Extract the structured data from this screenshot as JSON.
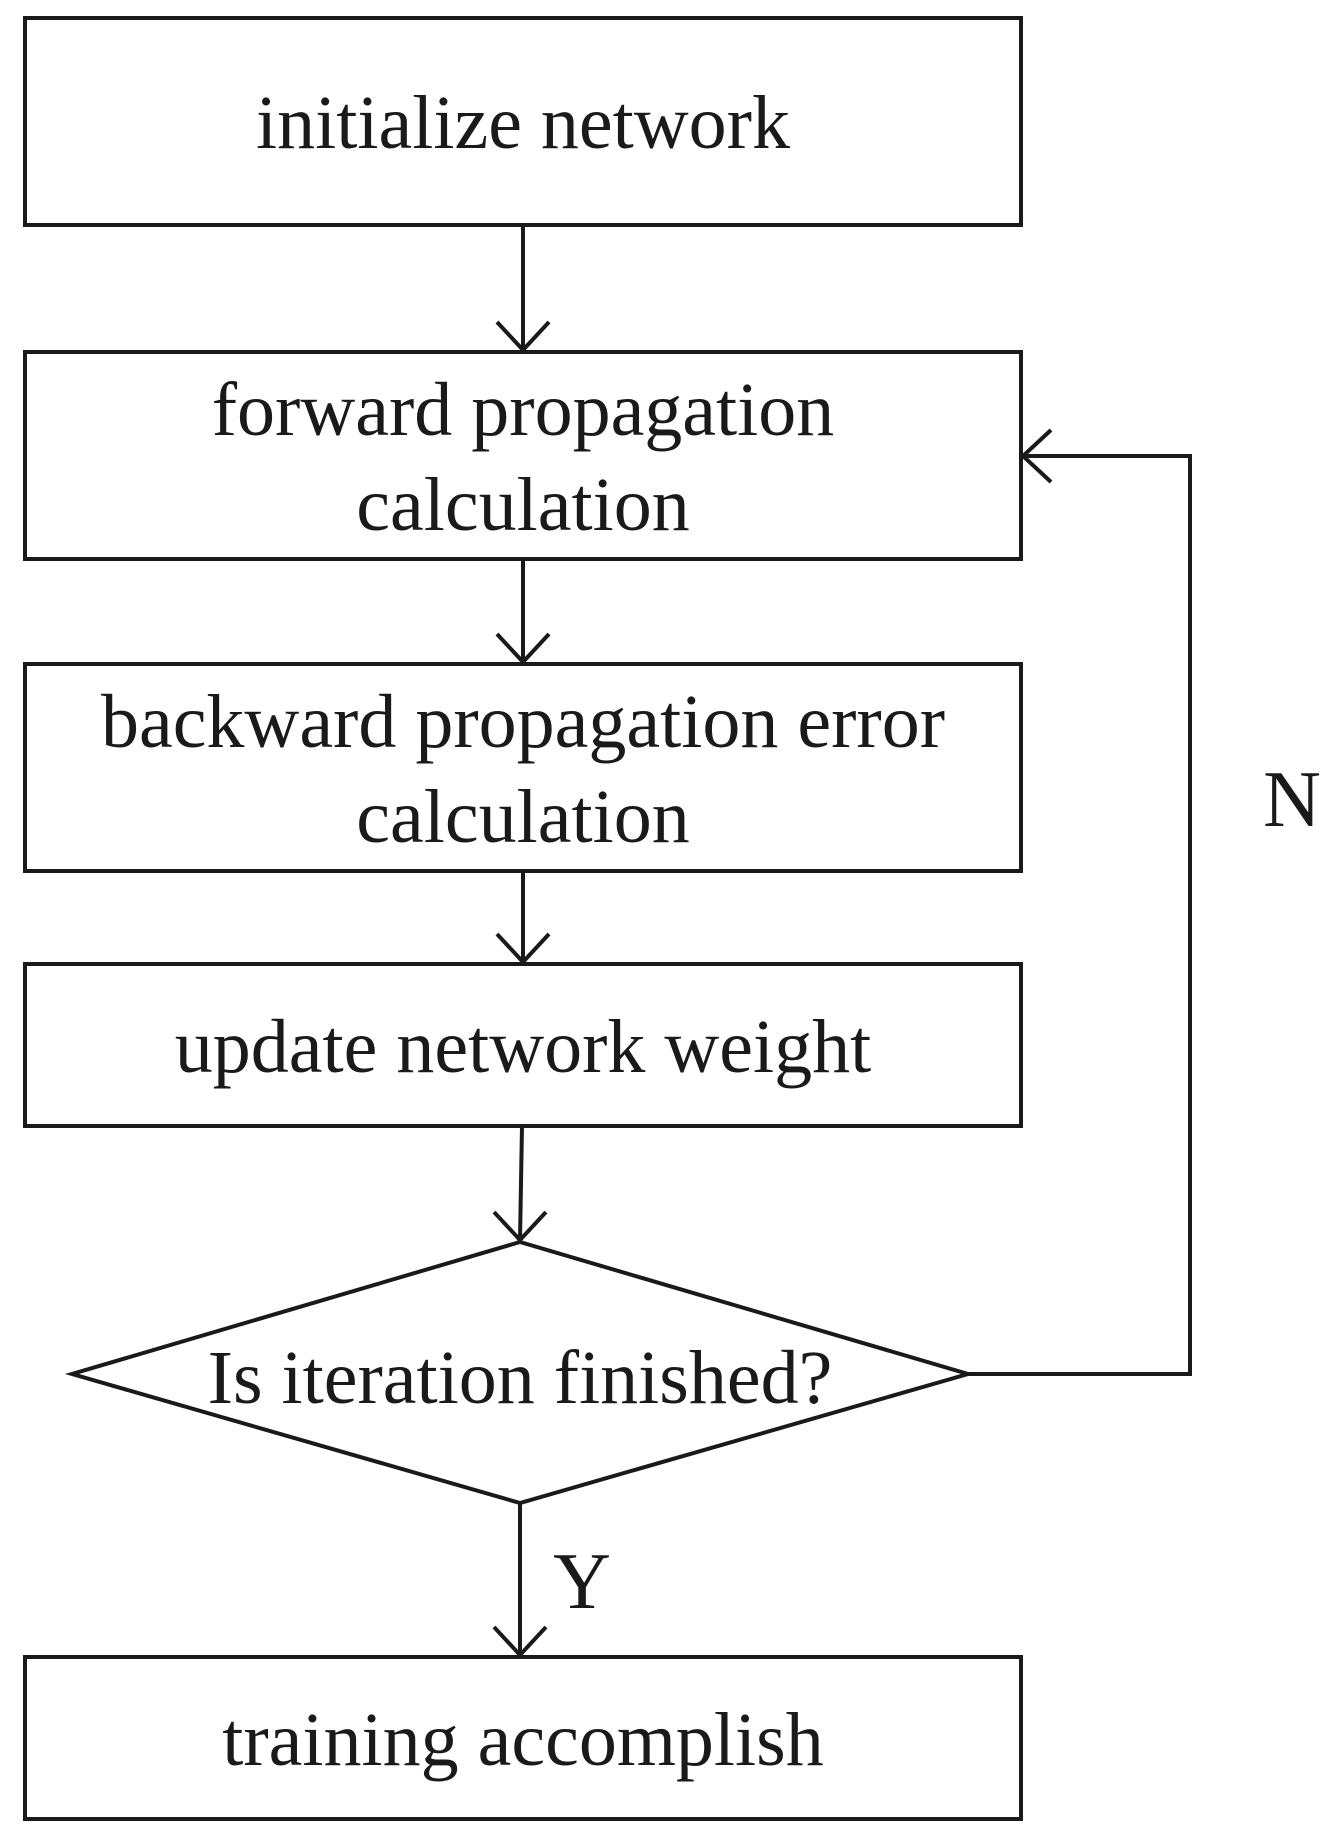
{
  "diagram": {
    "nodes": [
      {
        "id": "initialize",
        "lines": [
          "initialize network"
        ]
      },
      {
        "id": "forward",
        "lines": [
          "forward propagation",
          "calculation"
        ]
      },
      {
        "id": "backward",
        "lines": [
          "backward propagation error",
          "calculation"
        ]
      },
      {
        "id": "update",
        "lines": [
          "update network weight"
        ]
      },
      {
        "id": "decision",
        "lines": [
          "Is iteration finished?"
        ]
      },
      {
        "id": "accomplish",
        "lines": [
          "training accomplish"
        ]
      }
    ],
    "edges": [
      {
        "from": "initialize",
        "to": "forward",
        "label": ""
      },
      {
        "from": "forward",
        "to": "backward",
        "label": ""
      },
      {
        "from": "backward",
        "to": "update",
        "label": ""
      },
      {
        "from": "update",
        "to": "decision",
        "label": ""
      },
      {
        "from": "decision",
        "to": "forward",
        "label": "N"
      },
      {
        "from": "decision",
        "to": "accomplish",
        "label": "Y"
      }
    ]
  }
}
